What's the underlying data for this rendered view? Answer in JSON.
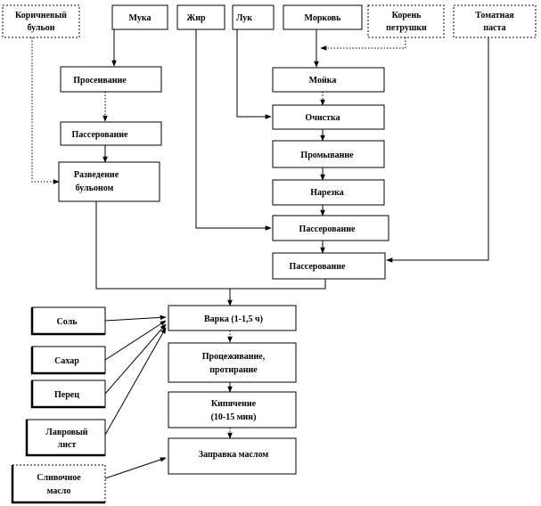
{
  "inputs": {
    "brown_broth": [
      "Коричневый",
      "бульон"
    ],
    "flour": "Мука",
    "fat": "Жир",
    "onion": "Лук",
    "carrot": "Морковь",
    "parsley_root": [
      "Корень",
      "петрушки"
    ],
    "tomato_paste": [
      "Томатная",
      "паста"
    ]
  },
  "steps": {
    "sifting": "Просеивание",
    "saute_flour": "Пассерование",
    "dilution": [
      "Разведение",
      "бульоном"
    ],
    "washing": "Мойка",
    "peeling": "Очистка",
    "rinsing": "Промывание",
    "cutting": "Нарезка",
    "saute_veg": "Пассерование",
    "saute_tomato": "Пассерование",
    "boiling": "Варка (1-1,5  ч)",
    "straining": [
      "Процеживание,",
      "протирание"
    ],
    "simmering": [
      "Кипячение",
      "(10-15   мин)"
    ],
    "dressing": "Заправка маслом"
  },
  "additives": {
    "salt": "Соль",
    "sugar": "Сахар",
    "pepper": "Перец",
    "bay_leaf": [
      "Лавровый",
      "лист"
    ],
    "butter": [
      "Сливочное",
      "масло"
    ]
  }
}
